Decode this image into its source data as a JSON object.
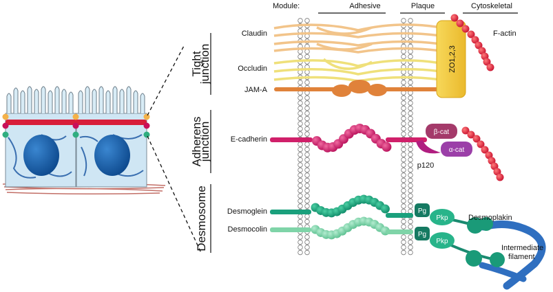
{
  "header": {
    "module_label": "Module:",
    "adhesive_label": "Adhesive",
    "plaque_label": "Plaque",
    "cytoskeletal_label": "Cytoskeletal"
  },
  "sections": {
    "tight": {
      "line1": "Tight",
      "line2": "junction"
    },
    "adherens": {
      "line1": "Adherens",
      "line2": "junction"
    },
    "desmosome": {
      "line1": "Desmosome"
    }
  },
  "labels": {
    "claudin": "Claudin",
    "occludin": "Occludin",
    "jama": "JAM-A",
    "zo": "ZO1,2,3",
    "factin": "F-actin",
    "ecadherin": "E-cadherin",
    "bcat": "β-cat",
    "acat": "α-cat",
    "p120": "p120",
    "desmoglein": "Desmoglein",
    "desmocolin": "Desmocolin",
    "pg1": "Pg",
    "pg2": "Pg",
    "pkp1": "Pkp",
    "pkp2": "Pkp",
    "desmoplakin": "Desmoplakin",
    "if_line1": "Intermediate",
    "if_line2": "filament"
  },
  "colors": {
    "claudin": "#f2c48a",
    "occludin": "#f0e38a",
    "jama": "#e0823a",
    "zo": "#f5cf4a",
    "actin": "#e0283c",
    "ecadherin": "#d0206a",
    "bcat": "#a43a6a",
    "acat": "#9b3fa8",
    "desmo_dark": "#1a9a78",
    "desmo_light": "#7fd4a8",
    "pg": "#157a62",
    "pkp": "#28b48a",
    "filament": "#2f6fc0",
    "cell_fill": "#cfe6f4",
    "nucleus": "#1a5ea8"
  }
}
